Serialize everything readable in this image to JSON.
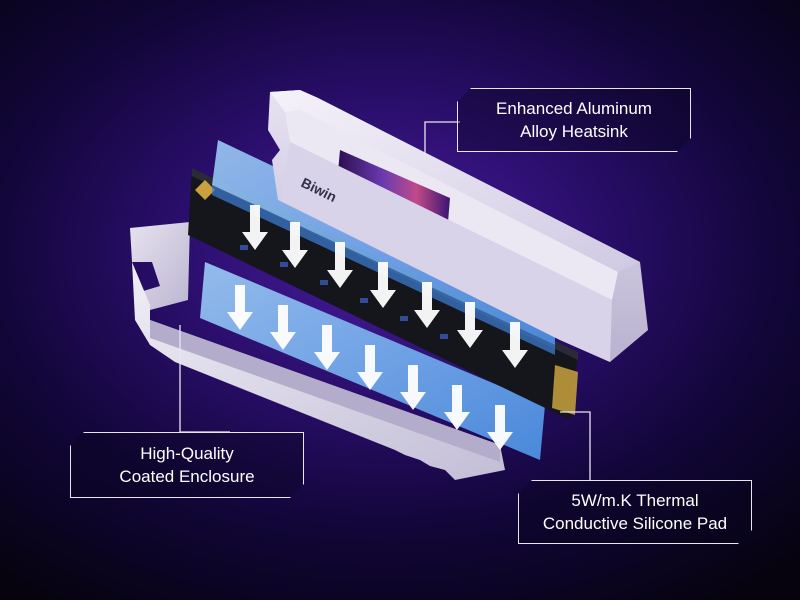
{
  "brand": {
    "logo_text": "Biwin"
  },
  "callouts": {
    "heatsink": {
      "line1": "Enhanced Aluminum",
      "line2": "Alloy Heatsink"
    },
    "enclosure": {
      "line1": "High-Quality",
      "line2": "Coated Enclosure"
    },
    "thermal_pad": {
      "line1": "5W/m.K Thermal",
      "line2": "Conductive Silicone Pad"
    }
  },
  "colors": {
    "background": "#2a0e6b",
    "heatsink": "#e4e0f0",
    "thermal_pad": "#6fb0f0",
    "pcb": "#15161c",
    "callout_border": "#e8e6f0"
  }
}
